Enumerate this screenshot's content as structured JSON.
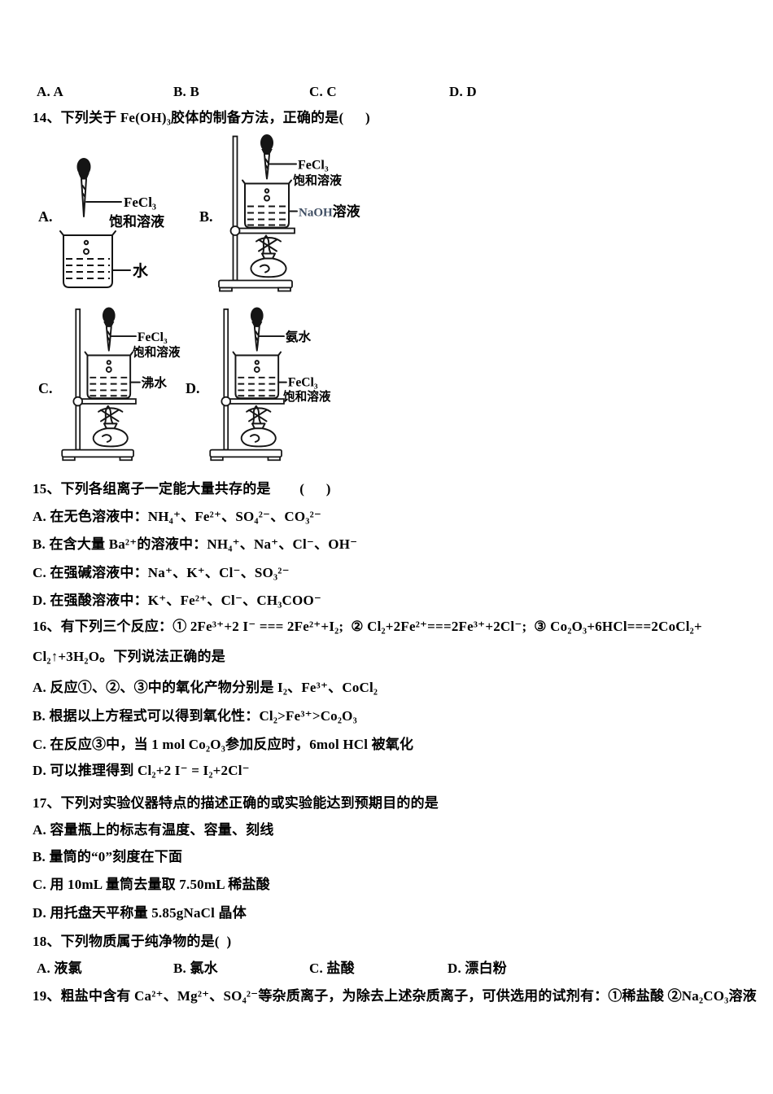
{
  "colors": {
    "background": "#ffffff",
    "text": "#000000",
    "line_art": "#151515",
    "naoh_label": "#3f4e63"
  },
  "header_options_row": {
    "a": "A. A",
    "b": "B. B",
    "c": "C. C",
    "d": "D. D"
  },
  "q14": {
    "stem": "14、下列关于 Fe(OH)₃胶体的制备方法，正确的是(      )",
    "diagram_a": {
      "letter": "A.",
      "dropper_line1": "FeCl₃",
      "dropper_line2": "饱和溶液",
      "beaker_label": "水"
    },
    "diagram_b": {
      "letter": "B.",
      "dropper_line1": "FeCl₃",
      "dropper_line2": "饱和溶液",
      "beaker_label_chem": "NaOH",
      "beaker_label_suffix": "溶液"
    },
    "diagram_c": {
      "letter": "C.",
      "dropper_line1": "FeCl₃",
      "dropper_line2": "饱和溶液",
      "beaker_label": "沸水"
    },
    "diagram_d": {
      "letter": "D.",
      "dropper_label": "氨水",
      "beaker_line1": "FeCl₃",
      "beaker_line2": "饱和溶液"
    }
  },
  "q15": {
    "stem": "15、下列各组离子一定能大量共存的是        (      )",
    "option_a": "A. 在无色溶液中：NH₄⁺、Fe²⁺、SO₄²⁻、CO₃²⁻",
    "option_b": "B. 在含大量 Ba²⁺的溶液中：NH₄⁺、Na⁺、Cl⁻、OH⁻",
    "option_c": "C. 在强碱溶液中：Na⁺、K⁺、Cl⁻、SO₃²⁻",
    "option_d": "D. 在强酸溶液中：K⁺、Fe²⁺、Cl⁻、CH₃COO⁻"
  },
  "q16": {
    "stem_line1": "16、有下列三个反应：① 2Fe³⁺+2 I⁻ === 2Fe²⁺+I₂;  ② Cl₂+2Fe²⁺===2Fe³⁺+2Cl⁻;  ③ Co₂O₃+6HCl===2CoCl₂+",
    "stem_line2": "Cl₂↑+3H₂O。下列说法正确的是",
    "option_a": "A. 反应①、②、③中的氧化产物分别是 I₂、Fe³⁺、CoCl₂",
    "option_b": "B. 根据以上方程式可以得到氧化性：Cl₂>Fe³⁺>Co₂O₃",
    "option_c": "C. 在反应③中，当 1 mol Co₂O₃参加反应时，6mol HCl 被氧化",
    "option_d": "D. 可以推理得到 Cl₂+2 I⁻ = I₂+2Cl⁻"
  },
  "q17": {
    "stem": "17、下列对实验仪器特点的描述正确的或实验能达到预期目的的是",
    "option_a": "A. 容量瓶上的标志有温度、容量、刻线",
    "option_b": "B. 量筒的“0”刻度在下面",
    "option_c": "C. 用 10mL 量筒去量取 7.50mL 稀盐酸",
    "option_d": "D. 用托盘天平称量 5.85gNaCl 晶体"
  },
  "q18": {
    "stem": "18、下列物质属于纯净物的是(  )",
    "option_a": "A. 液氯",
    "option_b": "B. 氯水",
    "option_c": "C. 盐酸",
    "option_d": "D. 漂白粉"
  },
  "q19": {
    "stem": "19、粗盐中含有 Ca²⁺、Mg²⁺、SO₄²⁻等杂质离子，为除去上述杂质离子，可供选用的试剂有：①稀盐酸 ②Na₂CO₃溶液"
  }
}
